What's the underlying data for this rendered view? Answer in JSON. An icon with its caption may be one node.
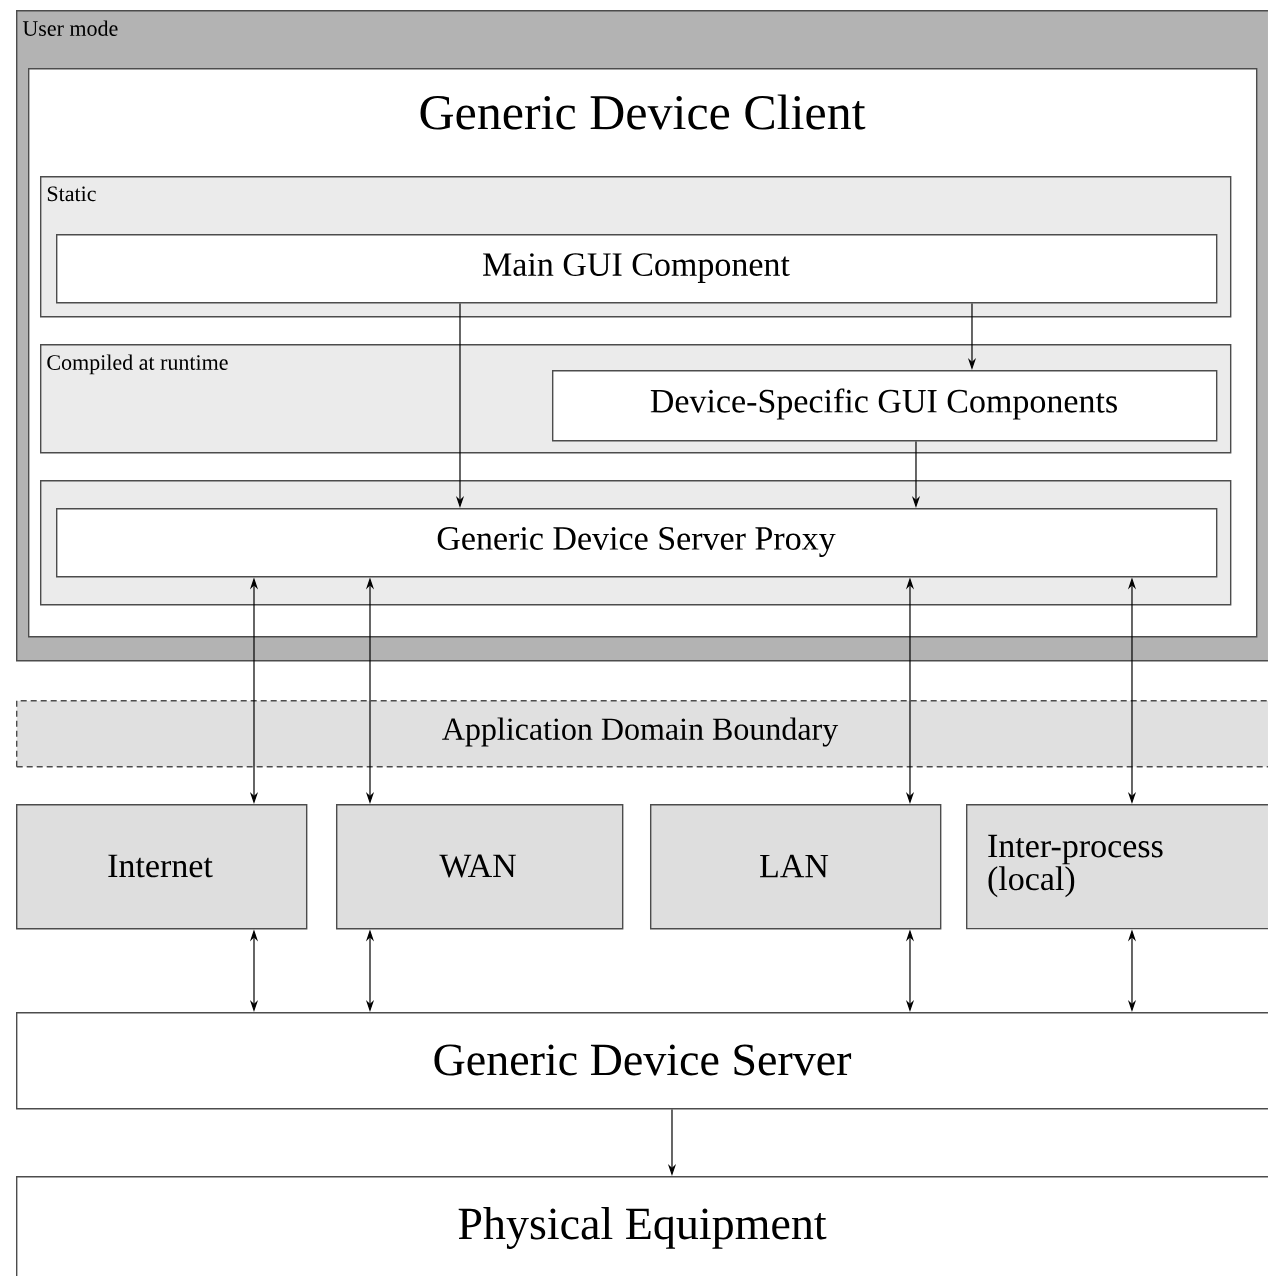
{
  "diagram": {
    "nodes": [
      {
        "text": [
          "User mode"
        ]
      },
      {
        "text": [
          "Generic Device Client"
        ],
        "in": 0
      },
      {
        "text": [
          "Static"
        ],
        "in": 1
      },
      {
        "text": [
          "Main GUI Component"
        ],
        "in": 2
      },
      {
        "text": [
          "Compiled at runtime"
        ],
        "in": 1
      },
      {
        "text": [
          "Device-Specific GUI Components"
        ],
        "in": 4
      },
      {
        "text": [],
        "shape": "box",
        "in": 1
      },
      {
        "text": [
          "Generic Device Server Proxy"
        ],
        "in": 6
      },
      {
        "text": [
          "Internet"
        ]
      },
      {
        "text": [
          "WAN"
        ]
      },
      {
        "text": [
          "LAN"
        ]
      },
      {
        "text": [
          "Inter-process (local)"
        ]
      },
      {
        "text": [
          "Generic Device Server"
        ]
      },
      {
        "text": [
          "Physical Equipment"
        ]
      }
    ],
    "edges": [
      {
        "from": 3,
        "to": 7,
        "arrow": "to"
      },
      {
        "from": 3,
        "to": 5,
        "arrow": "to"
      },
      {
        "from": 5,
        "to": 7,
        "arrow": "to"
      },
      {
        "from": 7,
        "to": 8,
        "arrow": "both"
      },
      {
        "from": 7,
        "to": 9,
        "arrow": "both"
      },
      {
        "from": 7,
        "to": 10,
        "arrow": "both"
      },
      {
        "from": 7,
        "to": 11,
        "arrow": "both"
      },
      {
        "from": 8,
        "to": 12,
        "arrow": "both"
      },
      {
        "from": 9,
        "to": 12,
        "arrow": "both"
      },
      {
        "from": 10,
        "to": 12,
        "arrow": "both"
      },
      {
        "from": 11,
        "to": 12,
        "arrow": "both"
      },
      {
        "from": 12,
        "to": 13,
        "arrow": "to"
      }
    ],
    "labels": [
      "Application Domain Boundary"
    ]
  }
}
